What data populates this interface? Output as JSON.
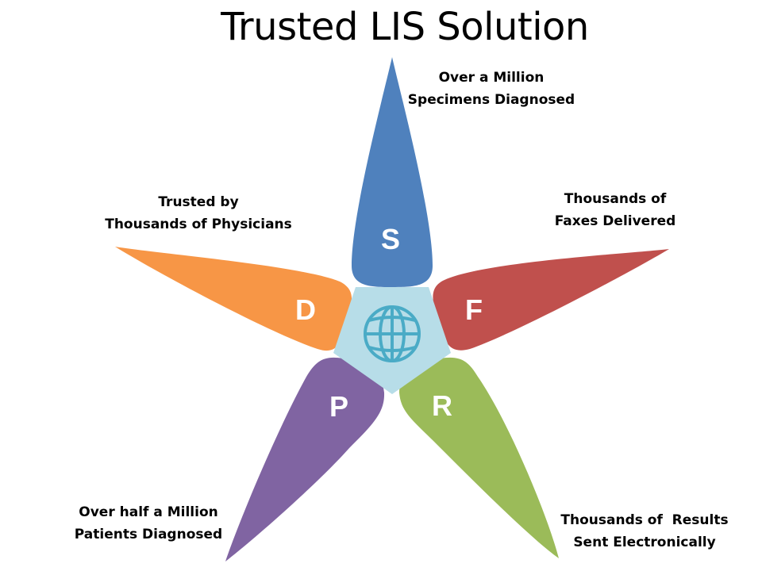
{
  "title": "Trusted LIS Solution",
  "center": {
    "icon": "globe-icon",
    "color": "#b7dde8",
    "icon_color": "#4aabc6"
  },
  "petals": [
    {
      "id": "specimens",
      "letter": "S",
      "color": "#4f81bd",
      "caption": [
        "Over a Million",
        "Specimens Diagnosed"
      ]
    },
    {
      "id": "faxes",
      "letter": "F",
      "color": "#c0504d",
      "caption": [
        "Thousands of",
        "Faxes Delivered"
      ]
    },
    {
      "id": "results",
      "letter": "R",
      "color": "#9bbb59",
      "caption": [
        "Thousands of  Results",
        "Sent Electronically"
      ]
    },
    {
      "id": "patients",
      "letter": "P",
      "color": "#8064a2",
      "caption": [
        "Over half a Million",
        "Patients Diagnosed"
      ]
    },
    {
      "id": "physicians",
      "letter": "D",
      "color": "#f79646",
      "caption": [
        "Trusted by",
        "Thousands of Physicians"
      ]
    }
  ]
}
